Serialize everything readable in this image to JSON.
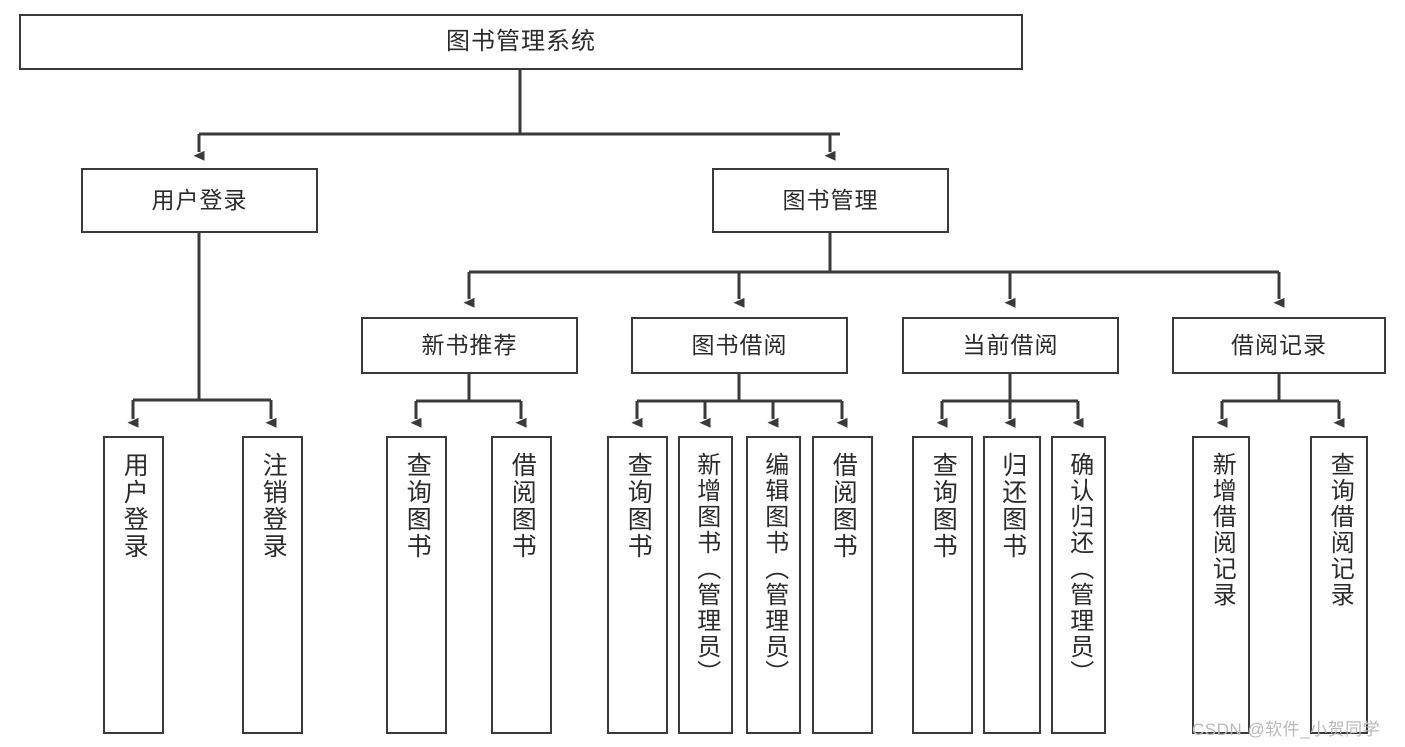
{
  "diagram": {
    "title": "图书管理系统",
    "type": "tree",
    "palette": {
      "box_border": "#3a3a3a",
      "box_fill": "#ffffff",
      "line": "#3a3a3a",
      "text": "#2b2b2b",
      "watermark": "#b9b9b9",
      "background": "#ffffff"
    },
    "nodes": {
      "root": {
        "label": "图书管理系统"
      },
      "level2": [
        {
          "id": "user-login",
          "label": "用户登录"
        },
        {
          "id": "book-manage",
          "label": "图书管理"
        }
      ],
      "level3": [
        {
          "id": "new-book-rec",
          "label": "新书推荐"
        },
        {
          "id": "book-borrow",
          "label": "图书借阅"
        },
        {
          "id": "current-borrow",
          "label": "当前借阅"
        },
        {
          "id": "borrow-record",
          "label": "借阅记录"
        }
      ],
      "leaves": {
        "user-login": [
          {
            "id": "leaf-user-login",
            "label": "用户登录"
          },
          {
            "id": "leaf-logout",
            "label": "注销登录"
          }
        ],
        "new-book-rec": [
          {
            "id": "leaf-query-book-1",
            "label": "查询图书"
          },
          {
            "id": "leaf-borrow-book-1",
            "label": "借阅图书"
          }
        ],
        "book-borrow": [
          {
            "id": "leaf-query-book-2",
            "label": "查询图书"
          },
          {
            "id": "leaf-add-book",
            "label": "新增图书（管理员）"
          },
          {
            "id": "leaf-edit-book",
            "label": "编辑图书（管理员）"
          },
          {
            "id": "leaf-borrow-book-2",
            "label": "借阅图书"
          }
        ],
        "current-borrow": [
          {
            "id": "leaf-query-book-3",
            "label": "查询图书"
          },
          {
            "id": "leaf-return-book",
            "label": "归还图书"
          },
          {
            "id": "leaf-confirm-return",
            "label": "确认归还（管理员）"
          }
        ],
        "borrow-record": [
          {
            "id": "leaf-add-record",
            "label": "新增借阅记录"
          },
          {
            "id": "leaf-query-record",
            "label": "查询借阅记录"
          }
        ]
      }
    },
    "watermark": "CSDN @软件_小贺同学"
  }
}
